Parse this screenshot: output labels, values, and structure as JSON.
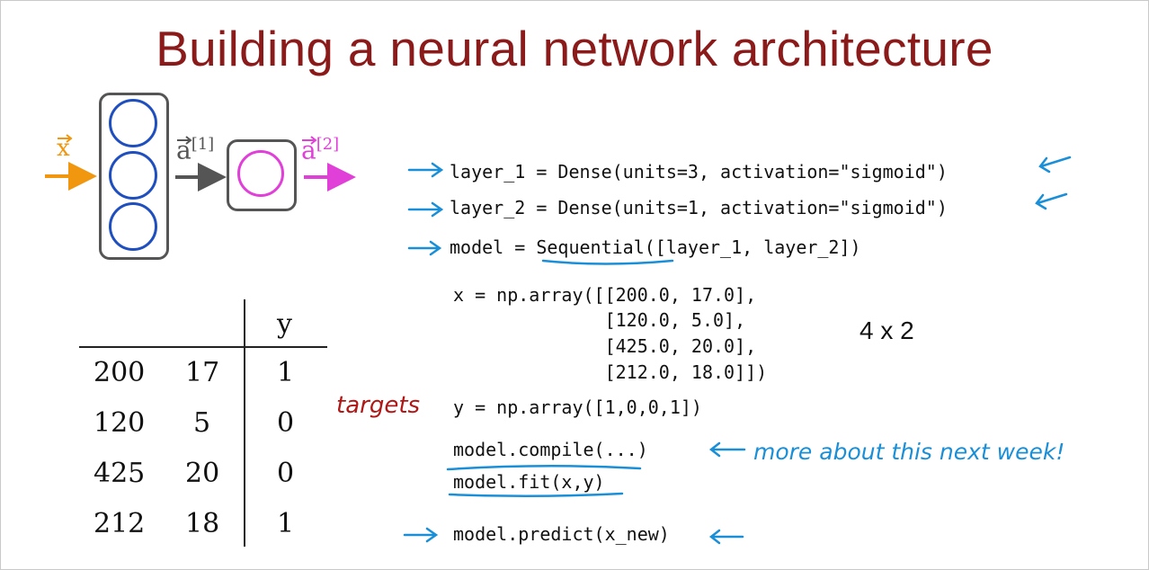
{
  "title": "Building a neural network architecture",
  "network": {
    "input_symbol": "x",
    "hidden_symbol_base": "a",
    "hidden_symbol_sup": "[1]",
    "output_symbol_base": "a",
    "output_symbol_sup": "[2]",
    "hidden_units": 3,
    "output_units": 1
  },
  "code": {
    "layer1": "layer_1 = Dense(units=3, activation=\"sigmoid\")",
    "layer2": "layer_2 = Dense(units=1, activation=\"sigmoid\")",
    "model": "model = Sequential([layer_1, layer_2])",
    "x_lines": [
      "x = np.array([[200.0, 17.0],",
      "              [120.0, 5.0],",
      "              [425.0, 20.0],",
      "              [212.0, 18.0]])"
    ],
    "y_line": "y = np.array([1,0,0,1])",
    "compile": "model.compile(...)",
    "fit": "model.fit(x,y)",
    "predict": "model.predict(x_new)"
  },
  "shape_label": "4 x 2",
  "annotations": {
    "targets": "targets",
    "next_week": "more about this next week!"
  },
  "table": {
    "header_y": "y",
    "rows": [
      [
        "200",
        "17",
        "1"
      ],
      [
        "120",
        "5",
        "0"
      ],
      [
        "425",
        "20",
        "0"
      ],
      [
        "212",
        "18",
        "1"
      ]
    ]
  },
  "colors": {
    "title": "#8b1a1a",
    "input": "#f0960f",
    "hidden": "#1f4fbf",
    "output": "#e040d8",
    "annotation_blue": "#1a8fd8",
    "annotation_red": "#b01818"
  }
}
